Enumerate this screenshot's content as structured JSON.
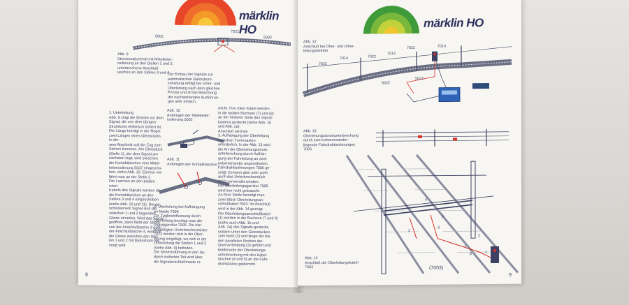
{
  "brand": {
    "left": "märklin HO",
    "right": "märklin HO"
  },
  "colors": {
    "paper": "#f7f6f2",
    "ink": "#3d4264",
    "rainbow_red": "#e8462a",
    "rainbow_orange": "#f39a28",
    "rainbow_yellow": "#f7c83a",
    "rainbow_green": "#79b83a",
    "accent_red": "#d9302a",
    "accent_blue": "#2f63b8"
  },
  "left_page": {
    "number": "8",
    "fig9_caption": "Abb. 9\nStreckenabschnitt mit Mittelleiter-\nisolierung an den Stellen 1 und 2;\nunterbrochene Anschluß\nlaschen an den Stellen 3 und 4",
    "fig9_labels": [
      "5002",
      "7022",
      "5002"
    ],
    "intro_col": "Der Einbau der Signale zur\nautomatischen Bahnstrom-\nschaltung erfolgt bei Unter- und\nOberleitung nach dem gleichen\nPrinzip und ist bei Beachtung\nder nachstehenden Ausführun-\ngen sehr einfach.",
    "col1": "1. Unterleitung\nAbb. 9 zeigt die Strecke vor dem\nSignal, die von dem übrigen\nStromkreis elektrisch isoliert ist.\nDie Länge beträgt in der Regel\nzwei Längen eines Gleisstücks. In die-\nsem Abschnitt soll der Zug zum\nStehen kommen. Am Gleisstück\n(Stelle 1), der dem Signal am\nnächsten liegt, wird zwischen\ndie Kontaktlaschen eine Mittel-\nleiterisolierung 5022 eingescho-\nben, siehe Abb. 10. Ebenso ver-\nfährt man an der Stelle 2.\nDie Laschen an den beiden roten\nKabeln des Signals werden über\ndie Kontaktlaschen an den\nStellen 3 und 4 eingeschoben\n(siehe Abb. 10 und 11). Bei ge-\nschlossenem Signal sind die\nzwischen 1 und 2 liegenden\nGleise stromlos. Wird das Signal\ngeöffnet, dann fließt der Strom\nvon der Anschlußlasche 3 nach\nder Anschlußlasche 4, wodurch\ndie Gleise zwischen den Stel-\nlen 1 und 2 mit Bahnstrom ver-\nsorgt wird.",
    "fig10_caption": "Abb. 10\nAnbringen der Mittelleiter-\nisolierung 5002",
    "fig11_caption": "Abb. 11\nAnbringen der Kontaktlaschen",
    "col2": "2. Oberleitung bei Aufhängung\nan Maste 7009\nZur Zugbeeinflussung durch\nOberleitung benötigt man die\nSignalgarnitur 7005. Die hier\nbeigefügten Unterbrecherstücke\n7022 werden dort in die Ober-\nleitung eingefügt, wo sich in der\nUnterleitung die Stellen 1 und 2\n(siehe Abb. 9) befinden.\nDie Stromzuführung in den da-\ndurch isolierten Teil wird über\ndie Signalanschlußmaste er-",
    "col3": "reicht. Ihre roten Kabel werden\nin die beiden Buchsen (7) und (8)\nan der hinteren Seite des Signal-\nkastens gesteckt (siehe Abb. 1b\nund Abb. 2a).\nAnschluß wird bei\n3. Aufhängung der Oberleitung\nzwischen Turmmasten\nerforderlich. In der Abb. 13 wird\ndie Art der Oberleitungsstrom-\nunterbrechung durch Aufhän-\ngung der Fahrleitung an zwei\nnebeneinander angeordneten\nFahrdrahtisolierungen 7006 ge-\nzeigt. Es kann aber sehr wohl\nauch das Unterbrecherstück\n7022 verwendet werden.\nDie Oberleitungsgarnitur 7005\nwird hier nicht gebraucht.\nAn ihrer Stelle benötigt man\nzwei Stück Oberleitungsan-\nschlußkabel 7003. Ihr Anschluß\nwird in der Abb. 14 gezeigt.\nDie Oberleitungsanschlußkabel\n(1) werden in die Buchsen (7 und 8)\n(siehe auch Abb. 1b und\nAbb. 2a) des Signals gesteckt,\nsodann unter den Gleisstücken\nzum Mast (2) und längs der bei-\nden parallelen Streben der\nQuerverbindung (3) geführt und\nbeiderseits der Oberleitungs-\nunterbrechung mit den Kabel-\nlaschen (4 und 5) an die Fahr-\ndrahtstücke geklemmt."
  },
  "right_page": {
    "number": "9",
    "fig12_caption": "Abb. 12\nAnschluß bei Ober- und Unter-\nleitungsbetrieb",
    "fig12_labels": [
      "7022",
      "7014",
      "7022",
      "7014",
      "7022",
      "7014",
      "5022",
      "5022"
    ],
    "fig13_caption": "Abb. 13\nOberleitungsstromunterbrechung\ndurch zwei nebeneinander-\nliegende Fahrdrahtisolierungen\n7006",
    "fig14_caption": "Abb. 14\nAnschluß der Oberleitungskabel\n7003",
    "fig14_labels": [
      "4",
      "5",
      "3",
      "3",
      "2",
      "1",
      "7",
      "8",
      "(7003)"
    ]
  }
}
